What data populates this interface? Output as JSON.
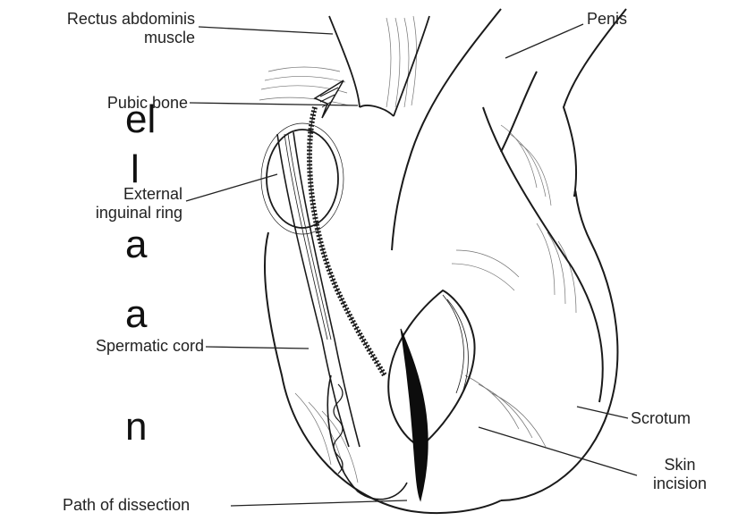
{
  "labels": {
    "rectus_abdominis_line1": "Rectus abdominis",
    "rectus_abdominis_line2": "muscle",
    "pubic_bone": "Pubic bone",
    "external_ring_line1": "External",
    "external_ring_line2": "inguinal ring",
    "spermatic_cord": "Spermatic cord",
    "path_of_dissection": "Path of dissection",
    "penis": "Penis",
    "scrotum": "Scrotum",
    "skin_incision_line1": "Skin",
    "skin_incision_line2": "incision"
  },
  "background_slide_text": {
    "fragment_1": "el",
    "fragment_2": "l",
    "fragment_3": "a",
    "fragment_4": "a",
    "fragment_5": "n"
  },
  "colors": {
    "ink": "#1a1a1a",
    "background": "#ffffff"
  }
}
